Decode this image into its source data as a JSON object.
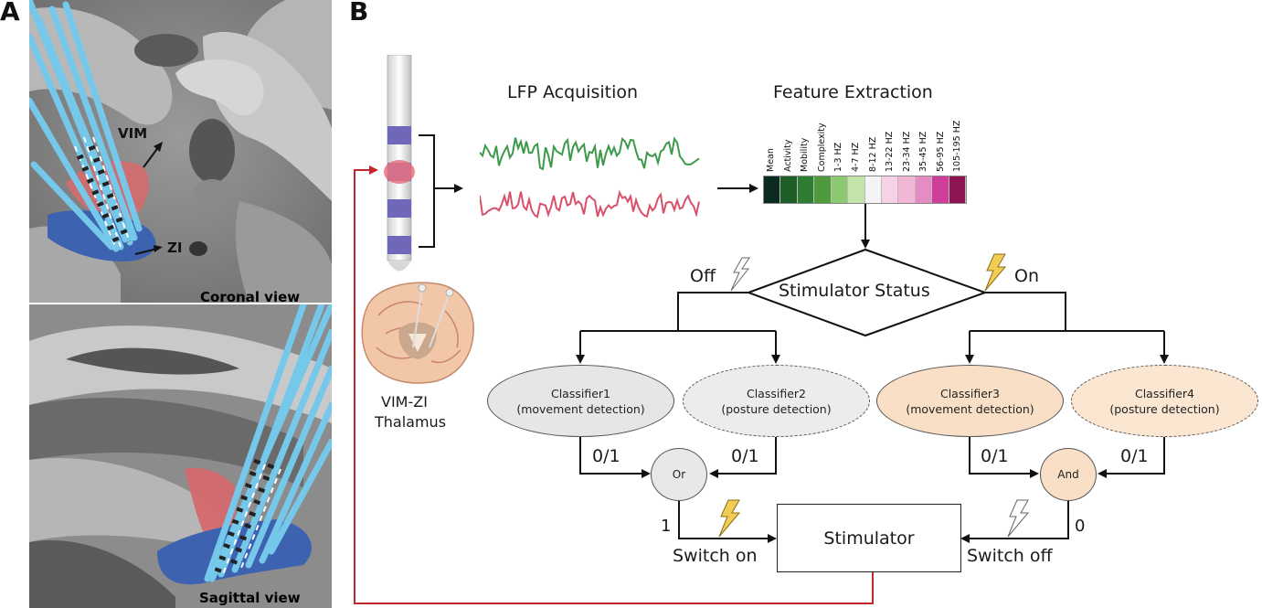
{
  "panel_a": {
    "letter": "A",
    "top": {
      "view_label": "Coronal view",
      "label_vim": "VIM",
      "label_zi": "ZI"
    },
    "bottom": {
      "view_label": "Sagittal view"
    }
  },
  "panel_b": {
    "letter": "B",
    "lfp_title": "LFP Acquisition",
    "feature_title": "Feature Extraction",
    "features": [
      "Mean",
      "Activity",
      "Mobility",
      "Complexity",
      "1-3 HZ",
      "4-7 HZ",
      "8-12 HZ",
      "13-22 HZ",
      "23-34 HZ",
      "35-45 HZ",
      "56-95 HZ",
      "105-195 HZ"
    ],
    "feature_colors": [
      "#0a2a22",
      "#1f5e28",
      "#2d7d32",
      "#4f9a3b",
      "#8cc870",
      "#c4e3a8",
      "#f4f4f4",
      "#f6d2e6",
      "#f1b6d6",
      "#e48cc3",
      "#cf3f99",
      "#8e1452"
    ],
    "brain_label_line1": "VIM-ZI",
    "brain_label_line2": "Thalamus",
    "decision_label": "Stimulator Status",
    "off_label": "Off",
    "on_label": "On",
    "classifiers": [
      {
        "name": "Classifier1",
        "desc": "(movement detection)",
        "fill": "#e6e6e6",
        "dashed": false
      },
      {
        "name": "Classifier2",
        "desc": "(posture detection)",
        "fill": "#ececec",
        "dashed": true
      },
      {
        "name": "Classifier3",
        "desc": "(movement detection)",
        "fill": "#fadfc7",
        "dashed": false
      },
      {
        "name": "Classifier4",
        "desc": "(posture detection)",
        "fill": "#fbe6d2",
        "dashed": true
      }
    ],
    "output_labels": [
      "0/1",
      "0/1",
      "0/1",
      "0/1"
    ],
    "or_label": "Or",
    "and_label": "And",
    "or_out": "1",
    "and_out": "0",
    "switch_on": "Switch on",
    "switch_off": "Switch off",
    "stimulator_label": "Stimulator",
    "colors": {
      "lfp_green": "#3c9a4a",
      "lfp_red": "#d9506a",
      "feedback": "#c0282b",
      "electrode_band": "#6f68b8",
      "bolt_fill": "#f1cd53"
    }
  }
}
